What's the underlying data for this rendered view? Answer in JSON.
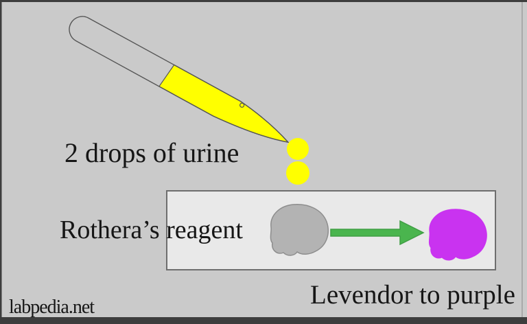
{
  "steps": {
    "drops_label": "2 drops of urine",
    "reagent_label": "Rothera’s reagent",
    "result_label": "Levendor to purple"
  },
  "watermark": "labpedia.net",
  "diagram": {
    "pipette_icon": "dropper-with-yellow-urine",
    "drop_count": 2,
    "reaction": {
      "before": "gray-reagent-blob",
      "arrow": "right-arrow",
      "after": "purple-result-blob"
    }
  },
  "colors": {
    "background": "#cacaca",
    "frame": "#3d3d3d",
    "right_edge_line": "#a6a6a6",
    "text": "#161616",
    "urine_yellow": "#ffff00",
    "box_fill": "#e9e9e9",
    "box_border": "#6e6e6e",
    "reagent_gray": "#b3b3b3",
    "result_purple": "#c933f0",
    "arrow_green": "#4ab54e",
    "outline": "#555555"
  }
}
